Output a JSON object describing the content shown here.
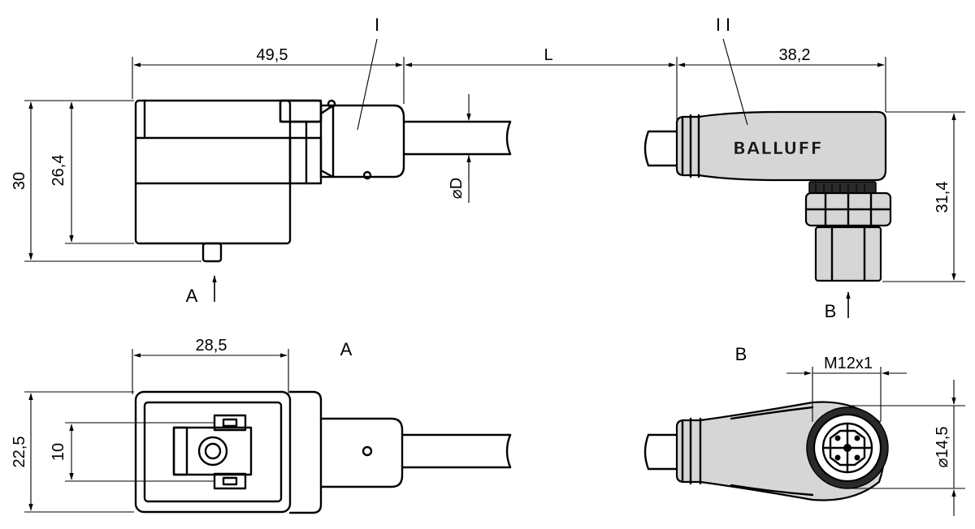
{
  "labels": {
    "item_1": "I",
    "item_2": "I I",
    "view_a": "A",
    "view_b": "B",
    "view_a_title": "A",
    "view_b_title": "B"
  },
  "dimensions": {
    "housing_length": "49,5",
    "cable_length": "L",
    "connector_length": "38,2",
    "total_height": "30",
    "body_height": "26,4",
    "cable_diameter": "⌀D",
    "connector_height": "31,4",
    "housing_width": "28,5",
    "housing_depth": "22,5",
    "pin_spacing": "10",
    "thread": "M12x1",
    "nut_diameter": "⌀14,5"
  },
  "brand": {
    "logo_text": "BALLUFF"
  },
  "colors": {
    "line": "#000000",
    "body_fill": "#d6d6d6",
    "background": "#ffffff"
  }
}
